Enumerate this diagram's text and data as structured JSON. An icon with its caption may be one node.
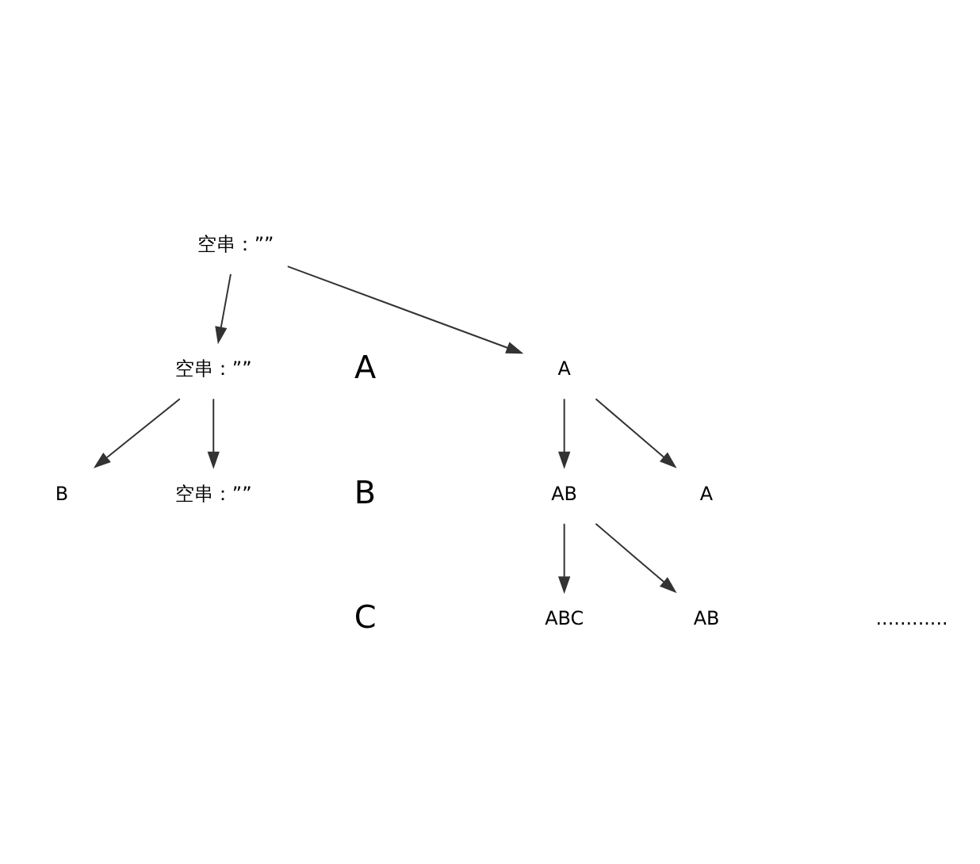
{
  "diagram": {
    "nodes": [
      {
        "text": [
          "空串：””"
        ]
      },
      {
        "text": [
          "A"
        ]
      },
      {
        "text": [
          "空串：””"
        ]
      },
      {
        "text": [
          "AB"
        ]
      },
      {
        "text": [
          "A"
        ]
      },
      {
        "text": [
          "B"
        ]
      },
      {
        "text": [
          "空串：””"
        ]
      },
      {
        "text": [
          "ABC"
        ]
      },
      {
        "text": [
          "AB"
        ]
      }
    ],
    "edges": [
      {
        "from": 0,
        "to": 1,
        "arrow": "to"
      },
      {
        "from": 0,
        "to": 2,
        "arrow": "to"
      },
      {
        "from": 1,
        "to": 3,
        "arrow": "to"
      },
      {
        "from": 1,
        "to": 4,
        "arrow": "to"
      },
      {
        "from": 2,
        "to": 5,
        "arrow": "to"
      },
      {
        "from": 2,
        "to": 6,
        "arrow": "to"
      },
      {
        "from": 3,
        "to": 7,
        "arrow": "to"
      },
      {
        "from": 3,
        "to": 8,
        "arrow": "to"
      }
    ],
    "labels": [
      "A",
      "B",
      "C",
      "............"
    ]
  }
}
